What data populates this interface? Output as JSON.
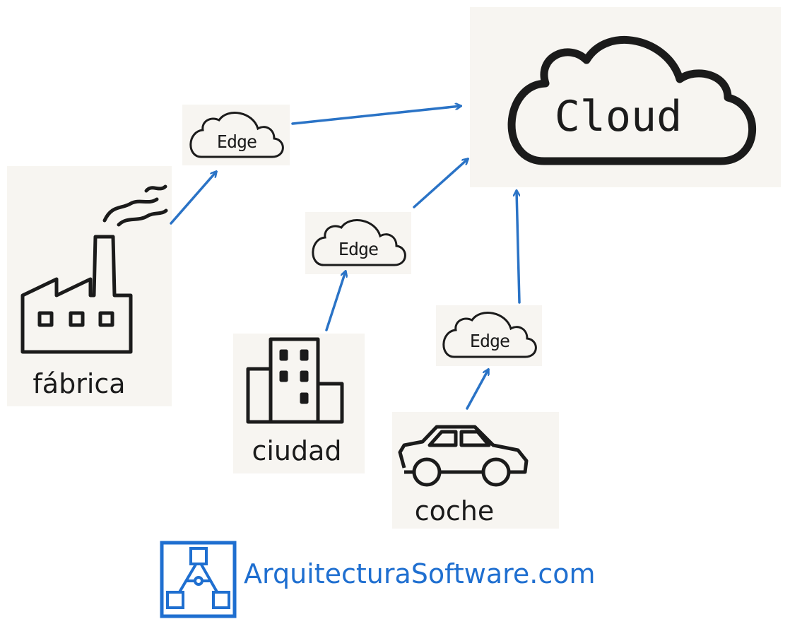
{
  "cloud": {
    "label": "Cloud"
  },
  "edges": [
    {
      "id": "edge-top",
      "label": "Edge"
    },
    {
      "id": "edge-middle",
      "label": "Edge"
    },
    {
      "id": "edge-right",
      "label": "Edge"
    }
  ],
  "devices": {
    "factory": "fábrica",
    "city": "ciudad",
    "car": "coche"
  },
  "brand": {
    "text": "ArquitecturaSoftware.com"
  },
  "colors": {
    "arrow": "#2a73c6",
    "ink": "#1b1b1b",
    "brand": "#1f6fd0",
    "tile": "#f7f5f1"
  }
}
